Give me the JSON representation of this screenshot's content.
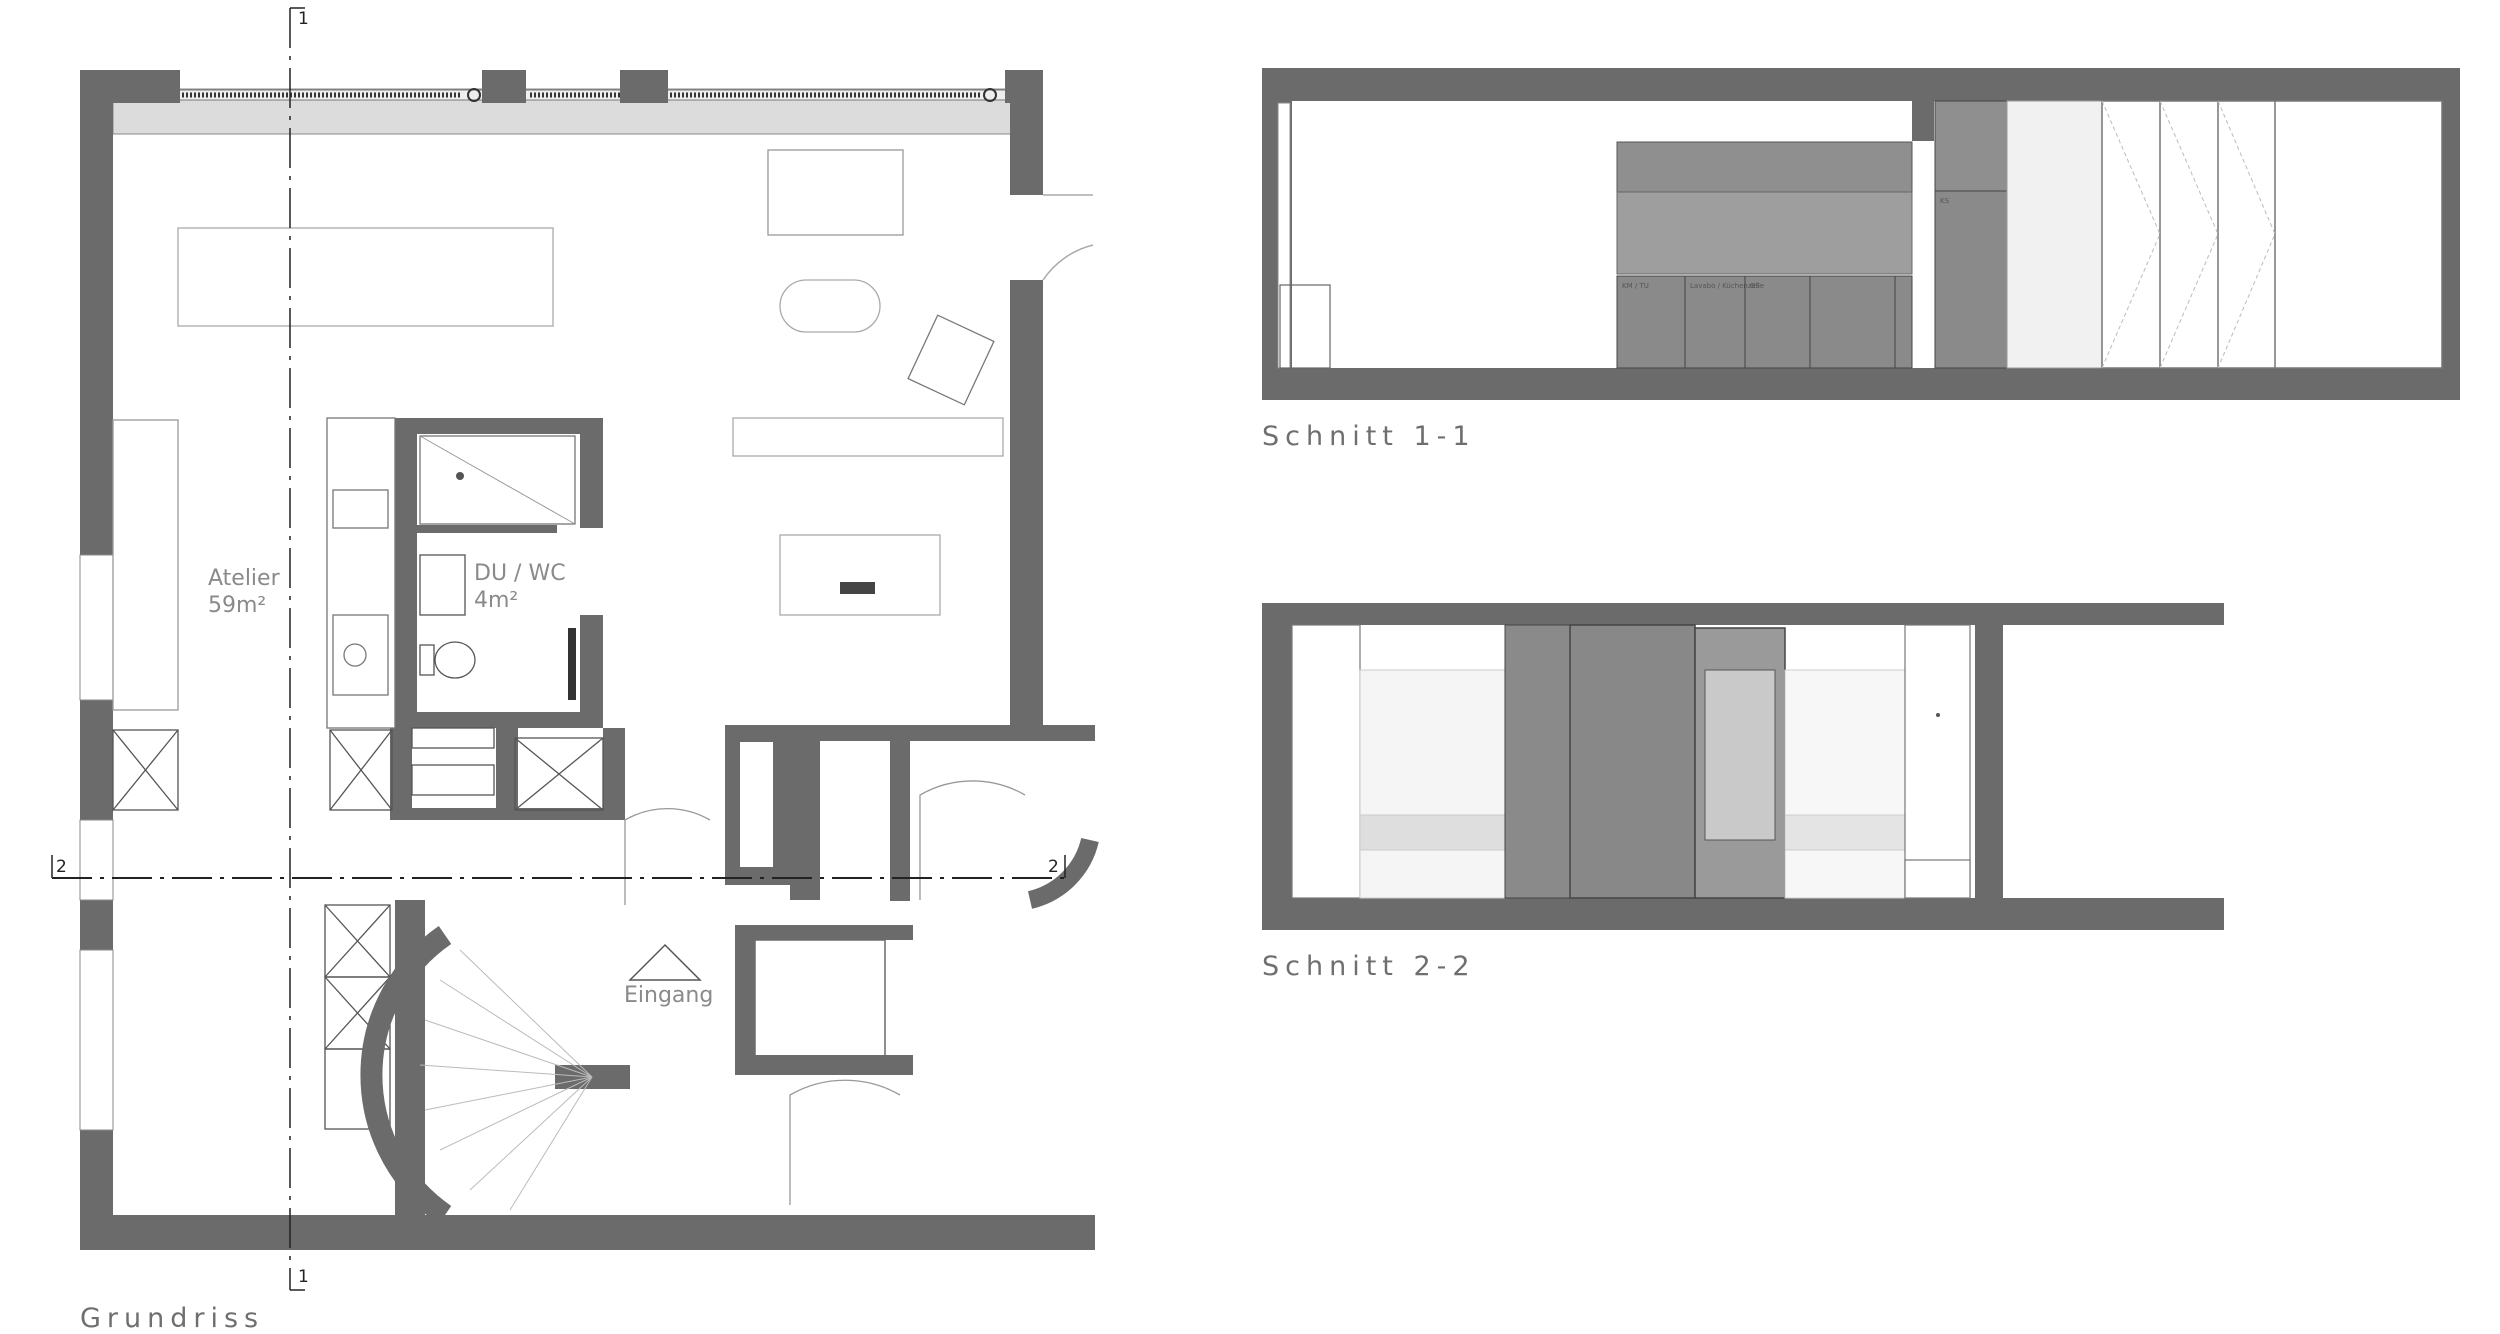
{
  "floorplan": {
    "title": "Grundriss",
    "rooms": [
      {
        "name": "Atelier",
        "area": "59m²"
      },
      {
        "name": "DU / WC",
        "area": "4m²"
      }
    ],
    "entrance_label": "Eingang",
    "section_marks": {
      "cut1_top": "1",
      "cut1_bottom": "1",
      "cut2_left": "2",
      "cut2_right": "2"
    }
  },
  "section_1": {
    "title": "Schnitt 1-1",
    "cabinet_labels": [
      "KM / TU",
      "Lavabo / Küchenzeile",
      "GS",
      "KS"
    ]
  },
  "section_2": {
    "title": "Schnitt 2-2"
  },
  "colors": {
    "wall": "#6b6b6b",
    "wall_light": "#9b9b9b",
    "line": "#b8b8b8",
    "text": "#7a7a7a"
  }
}
